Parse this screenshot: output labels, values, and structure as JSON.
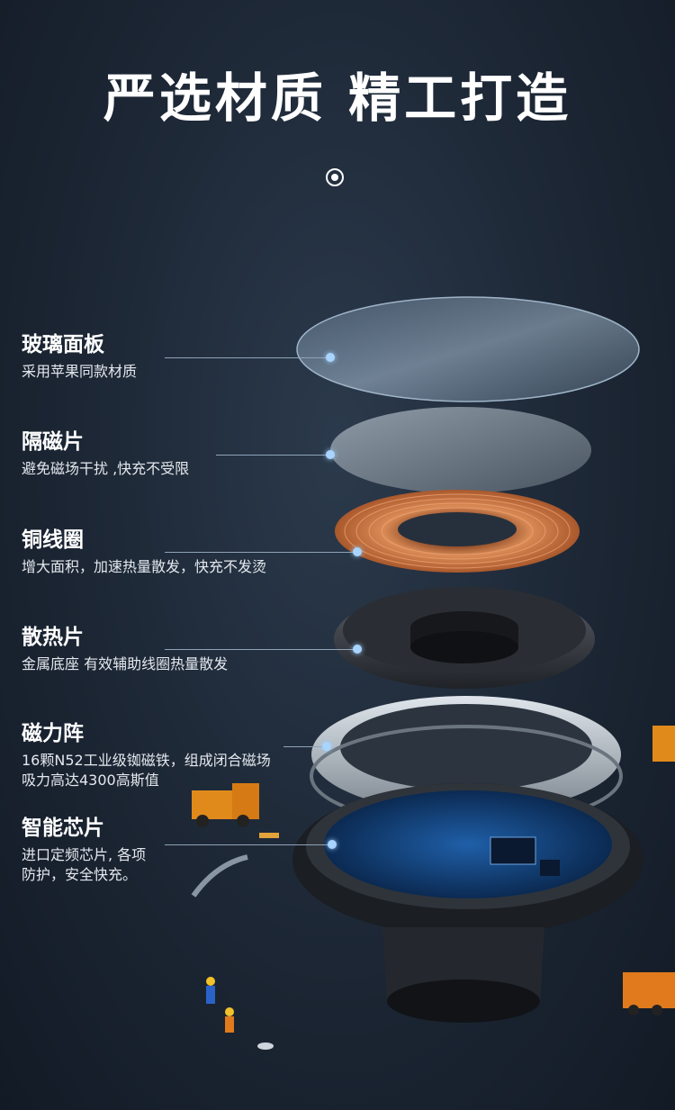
{
  "title": "严选材质 精工打造",
  "layers": [
    {
      "name": "玻璃面板",
      "desc": [
        "采用苹果同款材质"
      ]
    },
    {
      "name": "隔磁片",
      "desc": [
        "避免磁场干扰 ,快充不受限"
      ]
    },
    {
      "name": "铜线圈",
      "desc": [
        "增大面积，加速热量散发，快充不发烫"
      ]
    },
    {
      "name": "散热片",
      "desc": [
        "金属底座 有效辅助线圈热量散发"
      ]
    },
    {
      "name": "磁力阵",
      "desc": [
        "16颗N52工业级铷磁铁，组成闭合磁场",
        "吸力高达4300高斯值"
      ]
    },
    {
      "name": "智能芯片",
      "desc": [
        "进口定频芯片, 各项",
        "防护，安全快充。"
      ]
    }
  ],
  "icons": {
    "top": "target-dot-icon"
  },
  "colors": {
    "background": "#1c2634",
    "copper": "#c8794a",
    "accent": "#a8d4ff"
  }
}
